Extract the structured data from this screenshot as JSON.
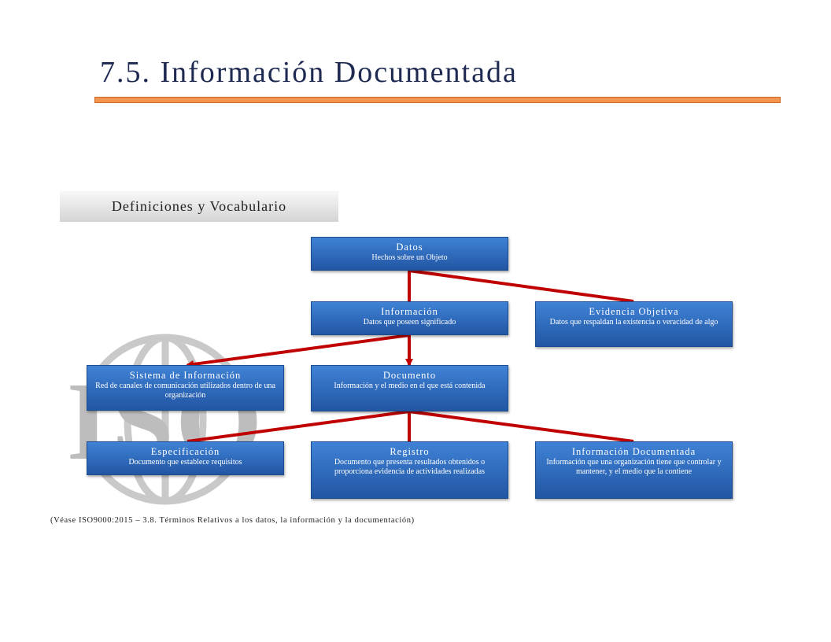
{
  "slide": {
    "title": "7.5. Información Documentada",
    "section_label": "Definiciones y Vocabulario",
    "footnote": "(Véase ISO9000:2015 – 3.8. Términos Relativos a los datos, la información y la documentación)",
    "accent_color": "#f4954f",
    "connector_color": "#c00000",
    "box_color": "#2f6cc4"
  },
  "watermark": {
    "text": "ISO"
  },
  "nodes": {
    "datos": {
      "title": "Datos",
      "desc": "Hechos sobre un Objeto"
    },
    "informacion": {
      "title": "Información",
      "desc": "Datos que poseen significado"
    },
    "evidencia": {
      "title": "Evidencia Objetiva",
      "desc": "Datos que respaldan la existencia o veracidad de algo"
    },
    "sistema": {
      "title": "Sistema de Información",
      "desc": "Red de canales de comunicación utilizados dentro de una organización"
    },
    "documento": {
      "title": "Documento",
      "desc": "Información y el medio en el que está contenida"
    },
    "especificacion": {
      "title": "Especificación",
      "desc": "Documento que establece requisitos"
    },
    "registro": {
      "title": "Registro",
      "desc": "Documento que presenta resultados obtenidos o proporciona evidencia de actividades realizadas"
    },
    "info_documentada": {
      "title": "Información Documentada",
      "desc": "Información que una organización tiene que controlar y mantener, y el medio que la contiene"
    }
  }
}
